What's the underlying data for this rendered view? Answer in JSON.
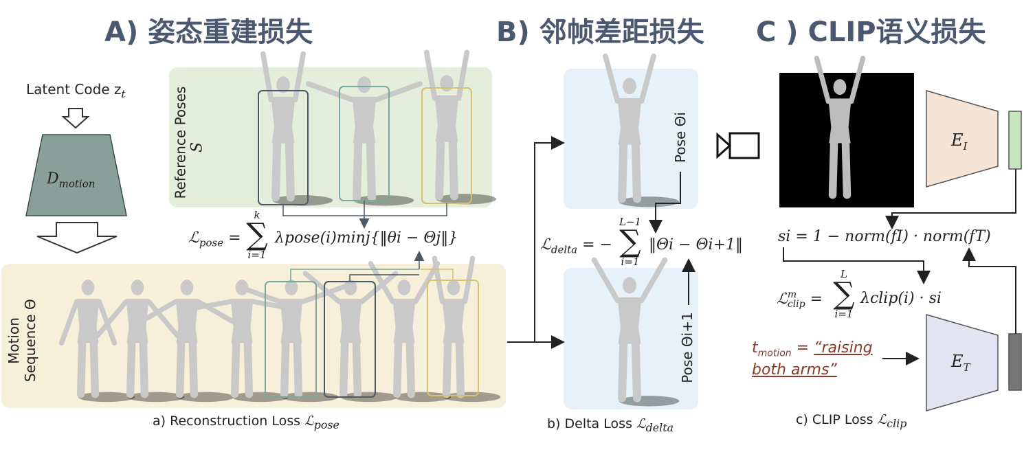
{
  "titles": {
    "a": "A) 姿态重建损失",
    "b": "B) 邻帧差距损失",
    "c": "C ) CLIP语义损失"
  },
  "decoder": {
    "input_label": "Latent Code z",
    "input_sub": "t",
    "label": "D",
    "label_sub": "motion"
  },
  "reference": {
    "label_line1": "Reference Poses",
    "label_line2": "S"
  },
  "motion": {
    "label_line1": "Motion",
    "label_line2": "Sequence Θ"
  },
  "formulas": {
    "pose": "ℒpose = Σ λpose(i) minj{‖θi − Θj‖}",
    "pose_lhs": "ℒ",
    "pose_lhs_sub": "pose",
    "pose_rhs": "λpose(i)minj{‖θi − Θj‖}",
    "pose_sum_top": "k",
    "pose_sum_bottom": "i=1",
    "delta_lhs": "ℒ",
    "delta_lhs_sub": "delta",
    "delta_rhs": "‖Θi − Θi+1‖",
    "delta_sum_top": "L−1",
    "delta_sum_bottom": "i=1",
    "sim": "si = 1 − norm(fI) · norm(fT)",
    "clip_lhs": "ℒ",
    "clip_lhs_sup": "m",
    "clip_lhs_sub": "clip",
    "clip_rhs": "λclip(i) · si",
    "clip_sum_top": "L",
    "clip_sum_bottom": "i=1"
  },
  "delta_panel": {
    "pose_i": "Pose Θi",
    "pose_i1": "Pose Θi+1"
  },
  "clip_panel": {
    "image_encoder": "E",
    "image_encoder_sub": "I",
    "text_encoder": "E",
    "text_encoder_sub": "T",
    "prompt_var": "t",
    "prompt_sub": "motion",
    "prompt_eq": " = ",
    "prompt_line1": "“raising",
    "prompt_line2": "both arms”"
  },
  "captions": {
    "a": "a) Reconstruction Loss ",
    "a_sym": "ℒ",
    "a_sub": "pose",
    "b": "b) Delta Loss ",
    "b_sym": "ℒ",
    "b_sub": "delta",
    "c": "c) CLIP Loss ",
    "c_sym": "ℒ",
    "c_sub": "clip"
  },
  "colors": {
    "title": "#4a5870",
    "reference_bg": "#e4eedb",
    "motion_bg": "#f6efd9",
    "delta_bg": "#e6f2f7",
    "decoder": "#8a9e9a",
    "image_encoder": "#f6e5d6",
    "text_encoder": "#e2e4f2",
    "embed_image": "#c8e6c0",
    "embed_text": "#777777",
    "box_dark": "#4b5866",
    "box_green": "#7aa89a",
    "box_yellow": "#d7c06e",
    "prompt": "#8b3a2a"
  }
}
